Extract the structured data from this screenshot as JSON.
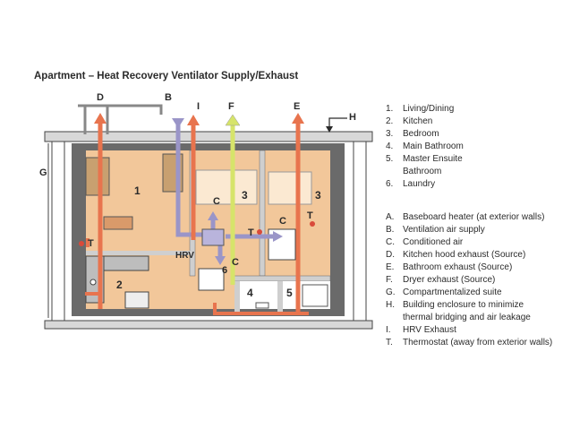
{
  "title": "Apartment – Heat Recovery Ventilator Supply/Exhaust",
  "diagram_labels": {
    "D": "D",
    "B": "B",
    "I": "I",
    "F": "F",
    "E": "E",
    "H": "H",
    "G": "G",
    "room1": "1",
    "room2": "2",
    "room3a": "3",
    "room3b": "3",
    "room4": "4",
    "room5": "5",
    "room6": "6",
    "C1": "C",
    "C2": "C",
    "C3": "C",
    "T1": "T",
    "T2": "T",
    "T3": "T",
    "hrv": "HRV"
  },
  "legend_rooms": [
    {
      "key": "1.",
      "text": "Living/Dining"
    },
    {
      "key": "2.",
      "text": "Kitchen"
    },
    {
      "key": "3.",
      "text": "Bedroom"
    },
    {
      "key": "4.",
      "text": "Main Bathroom"
    },
    {
      "key": "5.",
      "text": "Master Ensuite"
    },
    {
      "key": "",
      "text": "Bathroom"
    },
    {
      "key": "6.",
      "text": "Laundry"
    }
  ],
  "legend_items": [
    {
      "key": "A.",
      "text": "Baseboard heater (at exterior walls)"
    },
    {
      "key": "B.",
      "text": "Ventilation air supply"
    },
    {
      "key": "C.",
      "text": "Conditioned air"
    },
    {
      "key": "D.",
      "text": "Kitchen hood exhaust (Source)"
    },
    {
      "key": "E.",
      "text": "Bathroom exhaust (Source)"
    },
    {
      "key": "F.",
      "text": "Dryer exhaust (Source)"
    },
    {
      "key": "G.",
      "text": "Compartmentalized suite"
    },
    {
      "key": "H.",
      "text": "Building enclosure to minimize"
    },
    {
      "key": "",
      "text": "thermal bridging and air leakage"
    },
    {
      "key": "I.",
      "text": "HRV Exhaust"
    },
    {
      "key": "T.",
      "text": "Thermostat (away from exterior walls)"
    }
  ],
  "colors": {
    "floor": "#f2c79a",
    "wall_dark": "#6a6a6a",
    "wall_light": "#d9d9d9",
    "exhaust_duct": "#e8744e",
    "supply_duct": "#9a95c8",
    "dryer_duct": "#d6e46a",
    "thermostat": "#d94a3a"
  }
}
